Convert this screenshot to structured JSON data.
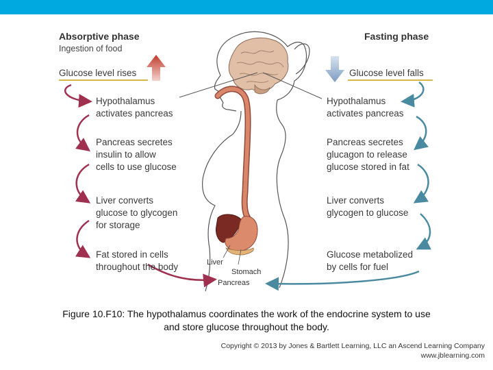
{
  "colors": {
    "topbar": "#00a9e0",
    "absorptive_arrow": "#a0304f",
    "fasting_arrow": "#4a8aa0",
    "rise_arrow": "#c0392b",
    "fall_arrow": "#8fa9c8",
    "divider": "#d9b64a"
  },
  "absorptive": {
    "title": "Absorptive phase",
    "subtitle": "Ingestion of food",
    "trigger": "Glucose level rises",
    "steps": [
      {
        "line1": "Hypothalamus",
        "line2": "activates pancreas",
        "line3": ""
      },
      {
        "line1": "Pancreas secretes",
        "line2": "insulin to allow",
        "line3": "cells to use glucose"
      },
      {
        "line1": "Liver converts",
        "line2": "glucose to glycogen",
        "line3": "for storage"
      },
      {
        "line1": "Fat stored in cells",
        "line2": "throughout the body",
        "line3": ""
      }
    ]
  },
  "fasting": {
    "title": "Fasting phase",
    "trigger": "Glucose level falls",
    "steps": [
      {
        "line1": "Hypothalamus",
        "line2": "activates pancreas",
        "line3": ""
      },
      {
        "line1": "Pancreas secretes",
        "line2": "glucagon to release",
        "line3": "glucose stored in fat"
      },
      {
        "line1": "Liver converts",
        "line2": "glycogen to glucose",
        "line3": ""
      },
      {
        "line1": "Glucose metabolized",
        "line2": "by cells for fuel",
        "line3": ""
      }
    ]
  },
  "organs": {
    "liver": "Liver",
    "stomach": "Stomach",
    "pancreas": "Pancreas"
  },
  "caption": {
    "line1": "Figure 10.F10: The hypothalamus coordinates the work of the endocrine system to use",
    "line2": "and store glucose throughout the body."
  },
  "credit": {
    "copyright": "Copyright © 2013 by Jones & Bartlett Learning, LLC an Ascend Learning Company",
    "url": "www.jblearning.com"
  }
}
